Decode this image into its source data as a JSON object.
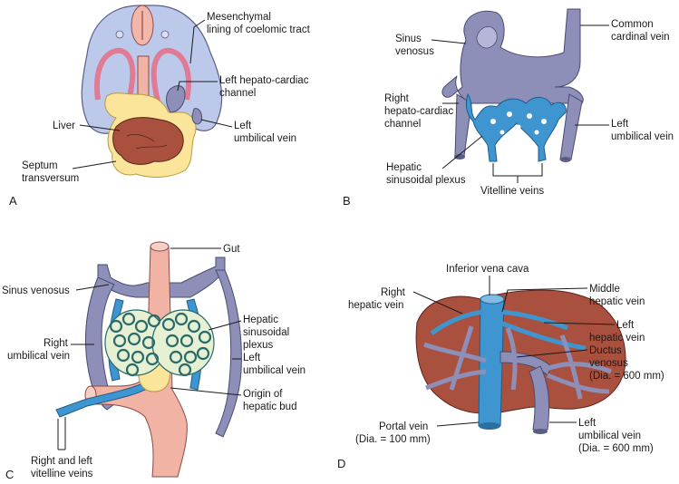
{
  "panels": {
    "a": {
      "letter": "A",
      "labels": {
        "mesenchymal": [
          "Mesenchymal",
          "lining of coelomic tract"
        ],
        "hepatocardiac": [
          "Left hepato-cardiac",
          "channel"
        ],
        "liver": [
          "Liver"
        ],
        "umbilical": [
          "Left",
          "umbilical vein"
        ],
        "septum": [
          "Septum",
          "transversum"
        ]
      }
    },
    "b": {
      "letter": "B",
      "labels": {
        "sinus": [
          "Sinus",
          "venosus"
        ],
        "cardinal": [
          "Common",
          "cardinal vein"
        ],
        "right_hc": [
          "Right",
          "hepato-cardiac",
          "channel"
        ],
        "left_umb": [
          "Left",
          "umbilical vein"
        ],
        "hepatic_plexus": [
          "Hepatic",
          "sinusoidal plexus"
        ],
        "vitelline": [
          "Vitelline veins"
        ]
      }
    },
    "c": {
      "letter": "C",
      "labels": {
        "gut": [
          "Gut"
        ],
        "sinus": [
          "Sinus venosus"
        ],
        "hepatic_plexus": [
          "Hepatic",
          "sinusoidal",
          "plexus"
        ],
        "right_umb": [
          "Right",
          "umbilical vein"
        ],
        "left_umb": [
          "Left",
          "umbilical vein"
        ],
        "origin": [
          "Origin of",
          "hepatic bud"
        ],
        "vitelline": [
          "Right and left",
          "vitelline veins"
        ]
      }
    },
    "d": {
      "letter": "D",
      "labels": {
        "ivc": [
          "Inferior vena cava"
        ],
        "right_hv": [
          "Right",
          "hepatic vein"
        ],
        "middle_hv": [
          "Middle",
          "hepatic vein"
        ],
        "left_hv": [
          "Left",
          "hepatic vein"
        ],
        "ductus": [
          "Ductus",
          "venosus",
          "(Dia. = 600 mm)"
        ],
        "portal": [
          "Portal vein",
          "(Dia. = 100 mm)"
        ],
        "left_umb": [
          "Left",
          "umbilical vein",
          "(Dia. = 600 mm)"
        ]
      }
    }
  },
  "colors": {
    "vein_purple": "#8e8fb8",
    "vein_blue": "#3f95cf",
    "liver_brown": "#a9513e",
    "mesenchyme_blue": "#bcc9ea",
    "septum_yellow": "#fbe59b",
    "gut_pink": "#f0b3a4",
    "lining_pink": "#e07b96"
  }
}
